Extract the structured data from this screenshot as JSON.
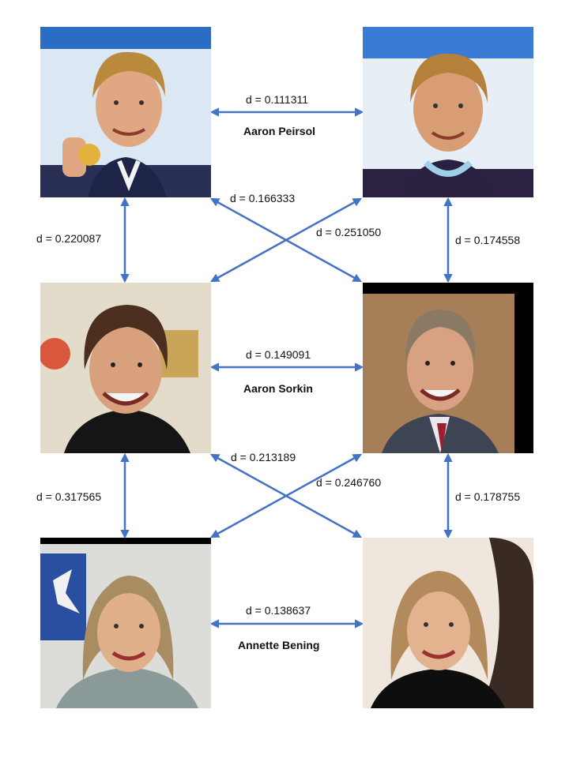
{
  "pairs": [
    {
      "name": "Aaron Peirsol",
      "distance_label": "d = 0.111311"
    },
    {
      "name": "Aaron Sorkin",
      "distance_label": "d = 0.149091"
    },
    {
      "name": "Annette Bening",
      "distance_label": "d = 0.138637"
    }
  ],
  "cross_links": {
    "rows_1_2": {
      "left_vertical": "d = 0.220087",
      "right_vertical": "d = 0.174558",
      "diag_down": "d = 0.166333",
      "diag_up": "d = 0.251050"
    },
    "rows_2_3": {
      "left_vertical": "d = 0.317565",
      "right_vertical": "d = 0.178755",
      "diag_down": "d = 0.213189",
      "diag_up": "d = 0.246760"
    }
  },
  "colors": {
    "arrow": "#4472C4",
    "text": "#111111"
  }
}
